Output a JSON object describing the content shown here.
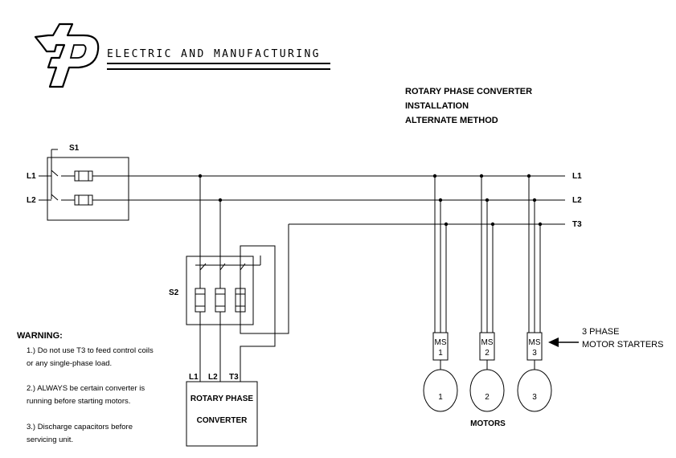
{
  "header": {
    "company": "ELECTRIC AND MANUFACTURING",
    "title_lines": [
      "ROTARY PHASE CONVERTER",
      "INSTALLATION",
      "ALTERNATE METHOD"
    ]
  },
  "labels": {
    "s1": "S1",
    "s2": "S2",
    "left_l1": "L1",
    "left_l2": "L2",
    "right_l1": "L1",
    "right_l2": "L2",
    "right_t3": "T3",
    "conv_l1": "L1",
    "conv_l2": "L2",
    "conv_t3": "T3"
  },
  "converter": {
    "line1": "ROTARY PHASE",
    "line2": "CONVERTER"
  },
  "warning": {
    "title": "WARNING:",
    "lines": [
      "1.) Do not use T3 to feed control coils",
      "or any single-phase load.",
      "2.) ALWAYS be certain converter is",
      "running before starting motors.",
      "3.) Discharge capacitors before",
      "servicing unit."
    ]
  },
  "starters": [
    {
      "top": "MS",
      "num": "1"
    },
    {
      "top": "MS",
      "num": "2"
    },
    {
      "top": "MS",
      "num": "3"
    }
  ],
  "motors": [
    "1",
    "2",
    "3"
  ],
  "motors_label": "MOTORS",
  "starter_note": [
    "3 PHASE",
    "MOTOR STARTERS"
  ]
}
